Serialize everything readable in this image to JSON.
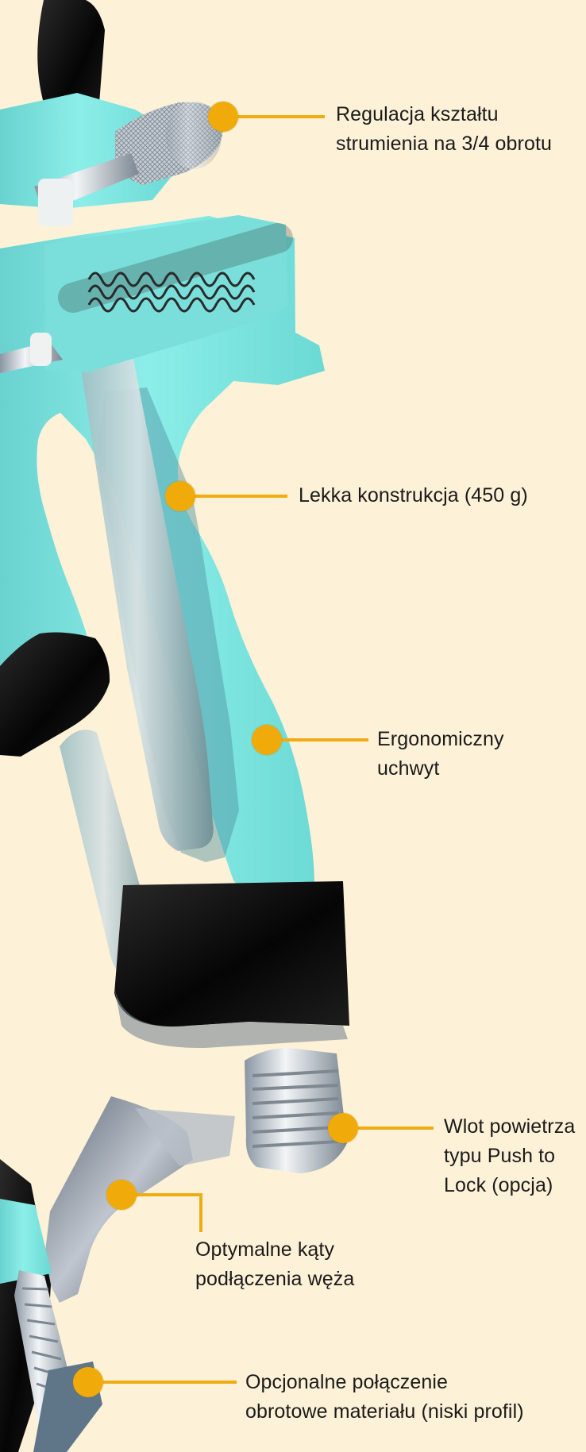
{
  "callouts": [
    {
      "id": "spray-pattern",
      "line1": "Regulacja kształtu",
      "line2": "strumienia na 3/4 obrotu"
    },
    {
      "id": "lightweight",
      "line1": "Lekka konstrukcja (450 g)"
    },
    {
      "id": "ergonomic-handle",
      "line1": "Ergonomiczny",
      "line2": "uchwyt"
    },
    {
      "id": "air-inlet",
      "line1": "Wlot powietrza",
      "line2": "typu Push to",
      "line3": "Lock (opcja)"
    },
    {
      "id": "hose-angle",
      "line1": "Optymalne kąty",
      "line2": "podłączenia węża"
    },
    {
      "id": "swivel-connection",
      "line1": "Opcjonalne połączenie",
      "line2": "obrotowe materiału (niski profil)"
    }
  ],
  "colors": {
    "background": "#fdf1d7",
    "callout": "#f0ab0b",
    "body": "#7ee4df",
    "metal": "#c8ced6",
    "dark": "#111111"
  }
}
